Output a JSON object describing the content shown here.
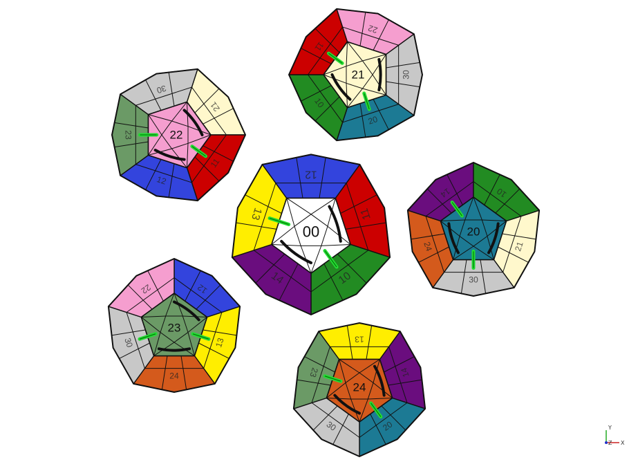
{
  "colors": {
    "00": "#ffffff",
    "10": "#228b22",
    "11": "#cc0000",
    "12": "#3344dd",
    "13": "#ffee00",
    "14": "#6a0d7e",
    "20": "#1c7a94",
    "21": "#fff8cc",
    "22": "#f59ecf",
    "23": "#6b9a66",
    "24": "#d45a1c",
    "30": "#c8c8c8",
    "line": "#111111",
    "arrow_green": "#22dd33",
    "arrow_black": "#111111"
  },
  "faces": [
    {
      "id": "center-00",
      "label": "00",
      "neighbors": [
        "11",
        "10",
        "14",
        "13",
        "12"
      ]
    },
    {
      "id": "face-21",
      "label": "21",
      "neighbors": [
        "30",
        "20",
        "10",
        "11",
        "22"
      ]
    },
    {
      "id": "face-22",
      "label": "22",
      "neighbors": [
        "21",
        "11",
        "12",
        "23",
        "30"
      ]
    },
    {
      "id": "face-20",
      "label": "20",
      "neighbors": [
        "21",
        "30",
        "24",
        "14",
        "10"
      ]
    },
    {
      "id": "face-23",
      "label": "23",
      "neighbors": [
        "12",
        "13",
        "24",
        "30",
        "22"
      ]
    },
    {
      "id": "face-24",
      "label": "24",
      "neighbors": [
        "14",
        "20",
        "30",
        "23",
        "13"
      ]
    }
  ],
  "axis": {
    "y": "Y",
    "z": "Z",
    "x": "X"
  }
}
